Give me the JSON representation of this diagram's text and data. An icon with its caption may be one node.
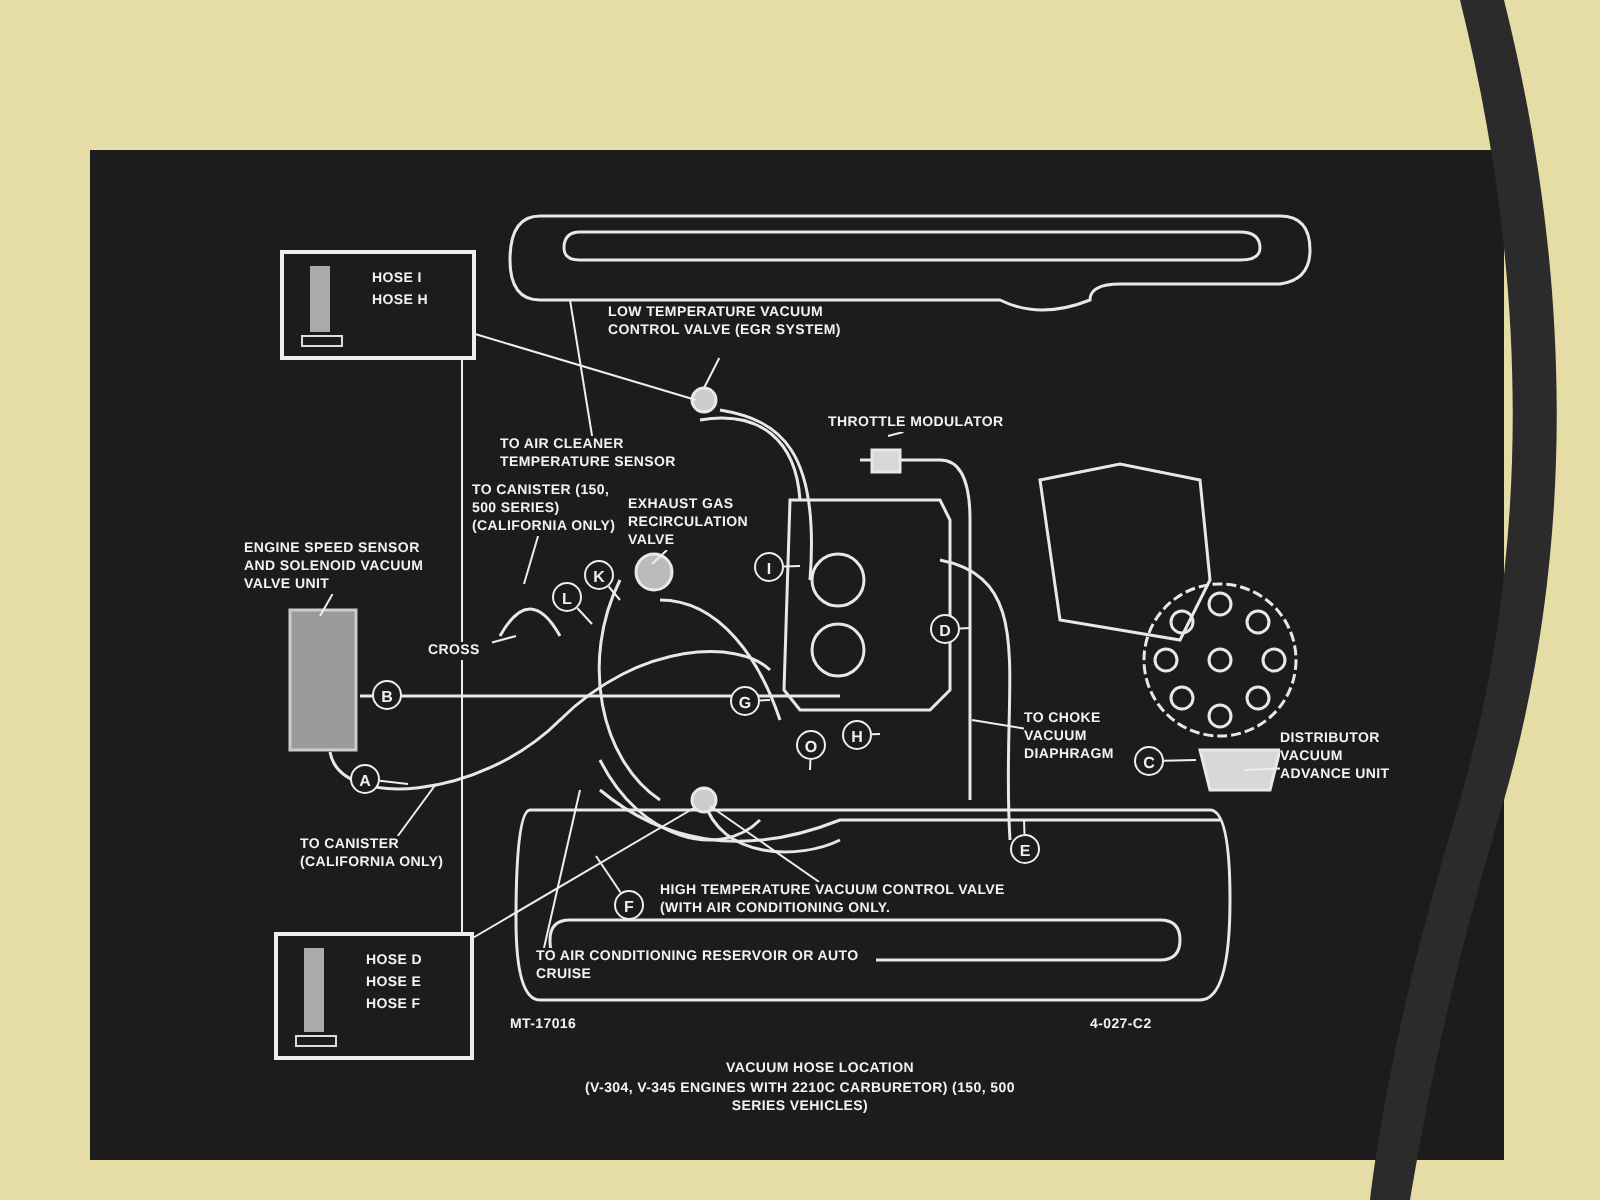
{
  "diagram": {
    "title": "VACUUM HOSE LOCATION",
    "caption": "(V-304, V-345 ENGINES WITH 2210C CARBURETOR) (150, 500 SERIES VEHICLES)",
    "nodes": [
      {
        "text": [
          "HOSE I",
          "HOSE H"
        ]
      },
      {
        "text": [
          "LOW TEMPERATURE VACUUM CONTROL VALVE (EGR SYSTEM)"
        ]
      },
      {
        "text": [
          "TO AIR CLEANER TEMPERATURE SENSOR"
        ]
      },
      {
        "text": [
          "THROTTLE MODULATOR"
        ]
      },
      {
        "text": [
          "TO CANISTER (150, 500 SERIES) (CALIFORNIA ONLY)"
        ]
      },
      {
        "text": [
          "EXHAUST GAS RECIRCULATION VALVE"
        ]
      },
      {
        "text": [
          "ENGINE SPEED SENSOR AND SOLENOID VACUUM VALVE UNIT"
        ]
      },
      {
        "text": [
          "CROSS"
        ]
      },
      {
        "text": [
          "TO CHOKE VACUUM DIAPHRAGM"
        ]
      },
      {
        "text": [
          "DISTRIBUTOR VACUUM ADVANCE UNIT"
        ]
      },
      {
        "text": [
          "TO CANISTER (CALIFORNIA ONLY)"
        ]
      },
      {
        "text": [
          "HIGH TEMPERATURE VACUUM CONTROL VALVE (WITH AIR CONDITIONING ONLY."
        ]
      },
      {
        "text": [
          "TO AIR CONDITIONING RESERVOIR OR AUTO CRUISE"
        ]
      },
      {
        "text": [
          "HOSE D",
          "HOSE E",
          "HOSE F"
        ]
      },
      {
        "text": [
          "I"
        ]
      },
      {
        "text": [
          "K"
        ]
      },
      {
        "text": [
          "L"
        ]
      },
      {
        "text": [
          "D"
        ]
      },
      {
        "text": [
          "G"
        ]
      },
      {
        "text": [
          "O"
        ]
      },
      {
        "text": [
          "H"
        ]
      },
      {
        "text": [
          "B"
        ]
      },
      {
        "text": [
          "C"
        ]
      },
      {
        "text": [
          "A"
        ]
      },
      {
        "text": [
          "E"
        ]
      },
      {
        "text": [
          "F"
        ]
      }
    ],
    "edges": [
      {
        "from": 0,
        "to": null,
        "arrow": "none"
      },
      {
        "from": 0,
        "to": 13,
        "arrow": "none"
      },
      {
        "from": 1,
        "to": null,
        "arrow": "none"
      },
      {
        "from": 2,
        "to": null,
        "arrow": "none"
      },
      {
        "from": 3,
        "to": null,
        "arrow": "none"
      },
      {
        "from": 4,
        "to": null,
        "arrow": "none"
      },
      {
        "from": 5,
        "to": null,
        "arrow": "none"
      },
      {
        "from": 6,
        "to": null,
        "arrow": "none"
      },
      {
        "from": 7,
        "to": null,
        "arrow": "none"
      },
      {
        "from": 8,
        "to": null,
        "arrow": "none"
      },
      {
        "from": 9,
        "to": null,
        "arrow": "none"
      },
      {
        "from": 10,
        "to": null,
        "arrow": "none"
      },
      {
        "from": 11,
        "to": null,
        "arrow": "none"
      },
      {
        "from": 12,
        "to": null,
        "arrow": "none"
      },
      {
        "from": 13,
        "to": null,
        "arrow": "none"
      },
      {
        "from": 14,
        "to": null,
        "arrow": "none"
      },
      {
        "from": 15,
        "to": null,
        "arrow": "none"
      },
      {
        "from": 16,
        "to": null,
        "arrow": "none"
      },
      {
        "from": 17,
        "to": null,
        "arrow": "none"
      },
      {
        "from": 18,
        "to": null,
        "arrow": "none"
      },
      {
        "from": 19,
        "to": null,
        "arrow": "none"
      },
      {
        "from": 20,
        "to": null,
        "arrow": "none"
      },
      {
        "from": 21,
        "to": null,
        "arrow": "none"
      },
      {
        "from": 22,
        "to": null,
        "arrow": "none"
      },
      {
        "from": 23,
        "to": null,
        "arrow": "none"
      },
      {
        "from": 24,
        "to": null,
        "arrow": "none"
      },
      {
        "from": 25,
        "to": null,
        "arrow": "none"
      }
    ],
    "labels": [
      "MT-17016",
      "4-027-C2"
    ]
  }
}
